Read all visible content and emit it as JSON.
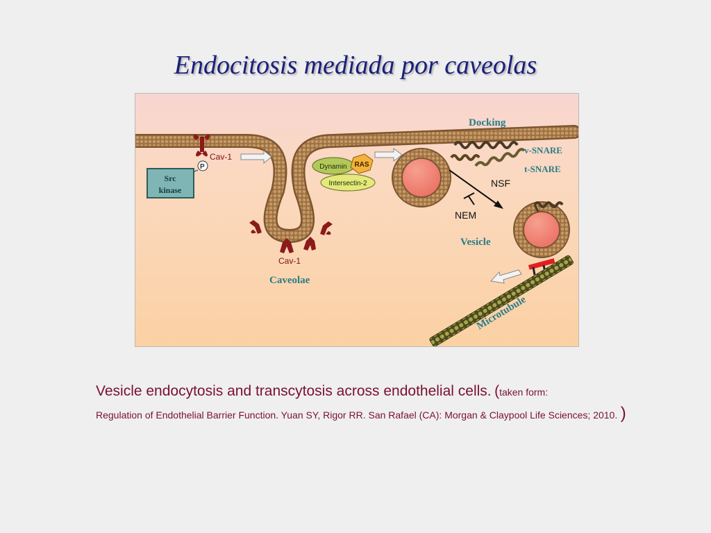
{
  "slide": {
    "title": "Endocitosis mediada por caveolas"
  },
  "diagram": {
    "labels": {
      "docking": "Docking",
      "cav1_top": "Cav-1",
      "phospho": "P",
      "src_line1": "Src",
      "src_line2": "kinase",
      "dynamin": "Dynamin",
      "ras": "RAS",
      "intersectin": "Intersectin-2",
      "vsnare": "v-SNARE",
      "tsnare": "t-SNARE",
      "nsf": "NSF",
      "nem": "NEM",
      "vesicle": "Vesicle",
      "cav1_bottom": "Cav-1",
      "caveolae": "Caveolae",
      "microtubule": "Microtubule"
    },
    "colors": {
      "membrane": "#a0784a",
      "cav1": "#8b1a1a",
      "vesicle_lumen": "#ec7a6a",
      "teal_label": "#2a7c88",
      "snare": "#4a3a24"
    }
  },
  "caption": {
    "main": "Vesicle endocytosis and transcytosis across endothelial cells.",
    "open_paren": "(",
    "taken": "taken form:",
    "reference": "Regulation of Endothelial Barrier Function. Yuan SY, Rigor RR. San Rafael (CA): Morgan & Claypool Life Sciences; 2010.",
    "close_paren": ")"
  }
}
